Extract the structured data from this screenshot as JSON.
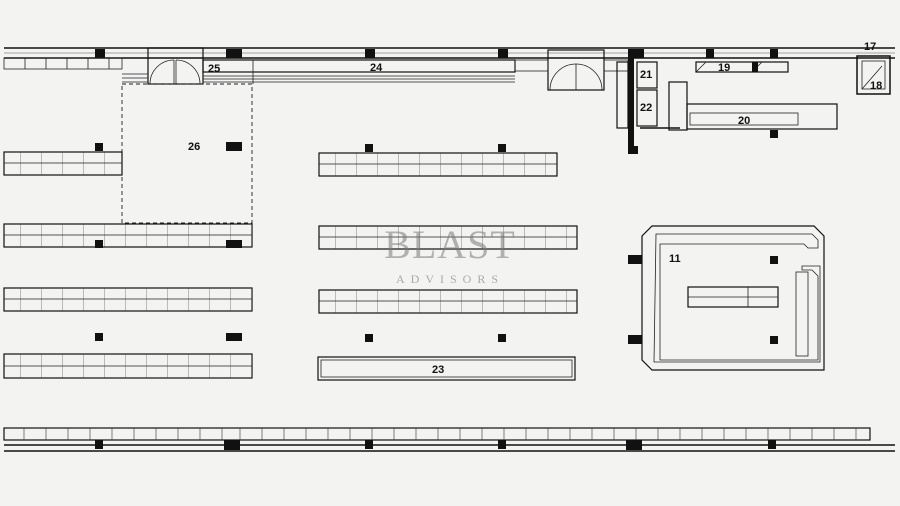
{
  "plan": {
    "rooms": {
      "r11": "11",
      "r17": "17",
      "r18": "18",
      "r19": "19",
      "r20": "20",
      "r21": "21",
      "r22": "22",
      "r23": "23",
      "r24": "24",
      "r25": "25",
      "r26": "26"
    }
  },
  "watermark": {
    "brand": "BLAST",
    "tagline": "ADVISORS"
  },
  "colors": {
    "paper": "#f3f3f1",
    "ink": "#111111",
    "watermark": "#7a7a7a"
  }
}
